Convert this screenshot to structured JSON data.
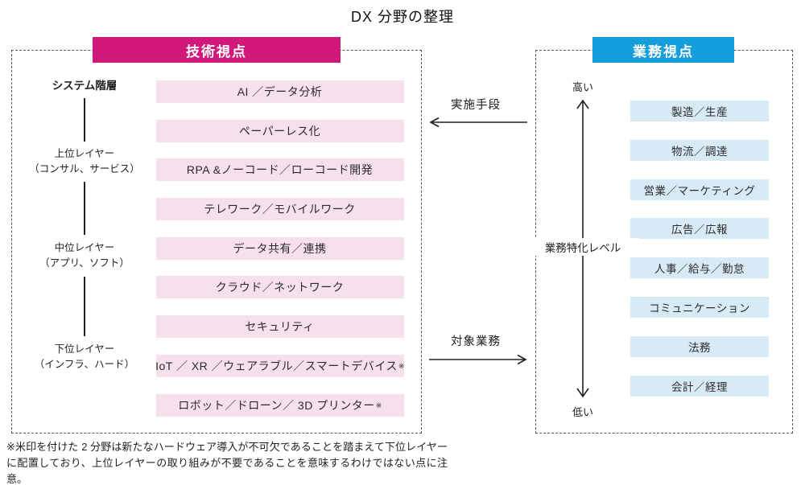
{
  "title": "DX 分野の整理",
  "tech_panel": {
    "header": "技術視点",
    "header_color": "#d0197b",
    "box_color": "#f6e0ec",
    "hierarchy": {
      "title": "システム階層",
      "levels": [
        {
          "line1": "上位レイヤー",
          "line2": "（コンサル、サービス）"
        },
        {
          "line1": "中位レイヤー",
          "line2": "（アプリ、ソフト）"
        },
        {
          "line1": "下位レイヤー",
          "line2": "（インフラ、ハード）"
        }
      ]
    },
    "boxes": [
      {
        "label": "AI ／データ分析"
      },
      {
        "label": "ペーパーレス化"
      },
      {
        "label": "RPA &ノーコード／ローコード開発"
      },
      {
        "label": "テレワーク／モバイルワーク"
      },
      {
        "label": "データ共有／連携"
      },
      {
        "label": "クラウド／ネットワーク"
      },
      {
        "label": "セキュリティ"
      },
      {
        "label": "IoT ／ XR ／ウェアラブル／スマートデバイス",
        "mark": "※"
      },
      {
        "label": "ロボット／ドローン／ 3D プリンター",
        "mark": "※"
      }
    ]
  },
  "biz_panel": {
    "header": "業務視点",
    "header_color": "#149edc",
    "box_color": "#d9eaf7",
    "axis": {
      "top": "高い",
      "bottom": "低い",
      "label": "業務特化レベル"
    },
    "boxes": [
      {
        "label": "製造／生産"
      },
      {
        "label": "物流／調達"
      },
      {
        "label": "営業／マーケティング"
      },
      {
        "label": "広告／広報"
      },
      {
        "label": "人事／給与／勤怠"
      },
      {
        "label": "コミュニケーション"
      },
      {
        "label": "法務"
      },
      {
        "label": "会計／経理"
      }
    ]
  },
  "arrows": {
    "to_tech": "実施手段",
    "to_biz": "対象業務"
  },
  "footnote": "※米印を付けた 2 分野は新たなハードウェア導入が不可欠であることを踏まえて下位レイヤーに配置しており、上位レイヤーの取り組みが不要であることを意味するわけではない点に注意。"
}
